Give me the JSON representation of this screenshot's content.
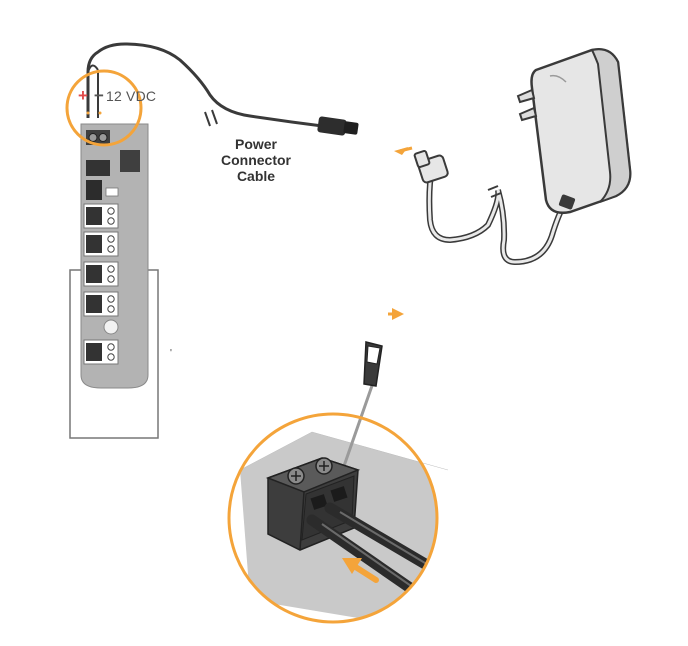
{
  "labels": {
    "plus": "+",
    "minus": "−",
    "voltage": "12 VDC",
    "cable_line1": "Power",
    "cable_line2": "Connector",
    "cable_line3": "Cable"
  },
  "colors": {
    "accent_orange": "#f4a43a",
    "board_gray": "#b3b3b3",
    "dark_gray": "#3d3d3d",
    "terminal_gray": "#4a4a4a",
    "panel_gray": "#c9c9c9",
    "adapter_gray": "#e6e6e6"
  },
  "icons": {
    "arrow_left": "arrow-left-icon",
    "arrow_right": "arrow-right-icon",
    "arrow_insert": "arrow-insert-icon"
  }
}
